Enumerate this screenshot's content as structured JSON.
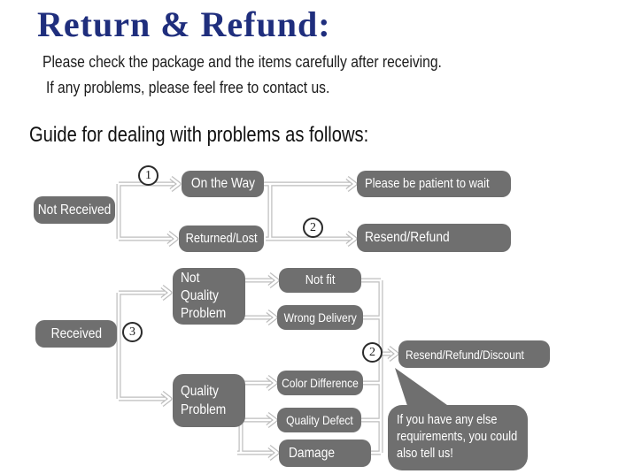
{
  "header": {
    "title": "Return & Refund:",
    "intro_line1": "Please check the package and the items carefully after receiving.",
    "intro_line2": "If any problems, please feel free to contact us.",
    "guide_heading": "Guide for dealing with problems as follows:"
  },
  "colors": {
    "title_navy": "#1f2e7d",
    "box_gray": "#6f6f6f",
    "box_text": "#ffffff",
    "connector_gray": "#bdbdbd",
    "body_text": "#1b1b1b"
  },
  "flowchart": {
    "nodes": {
      "not_received": "Not Received",
      "on_the_way": "On the Way",
      "please_wait": "Please be patient to wait",
      "returned_lost": "Returned/Lost",
      "resend_refund": "Resend/Refund",
      "received": "Received",
      "not_quality_problem": {
        "line1": "Not",
        "line2": "Quality",
        "line3": "Problem"
      },
      "not_fit": "Not fit",
      "wrong_delivery": "Wrong Delivery",
      "quality_problem": {
        "line1": "Quality",
        "line2": "Problem"
      },
      "color_difference": "Color Difference",
      "quality_defect": "Quality Defect",
      "damage": "Damage",
      "resend_refund_discount": "Resend/Refund/Discount"
    },
    "step_markers": {
      "step1": "1",
      "step2_top": "2",
      "step2_bottom": "2",
      "step3": "3"
    },
    "bubble": {
      "line1": "If you have any else",
      "line2": "requirements, you could",
      "line3": "also tell us!"
    }
  }
}
